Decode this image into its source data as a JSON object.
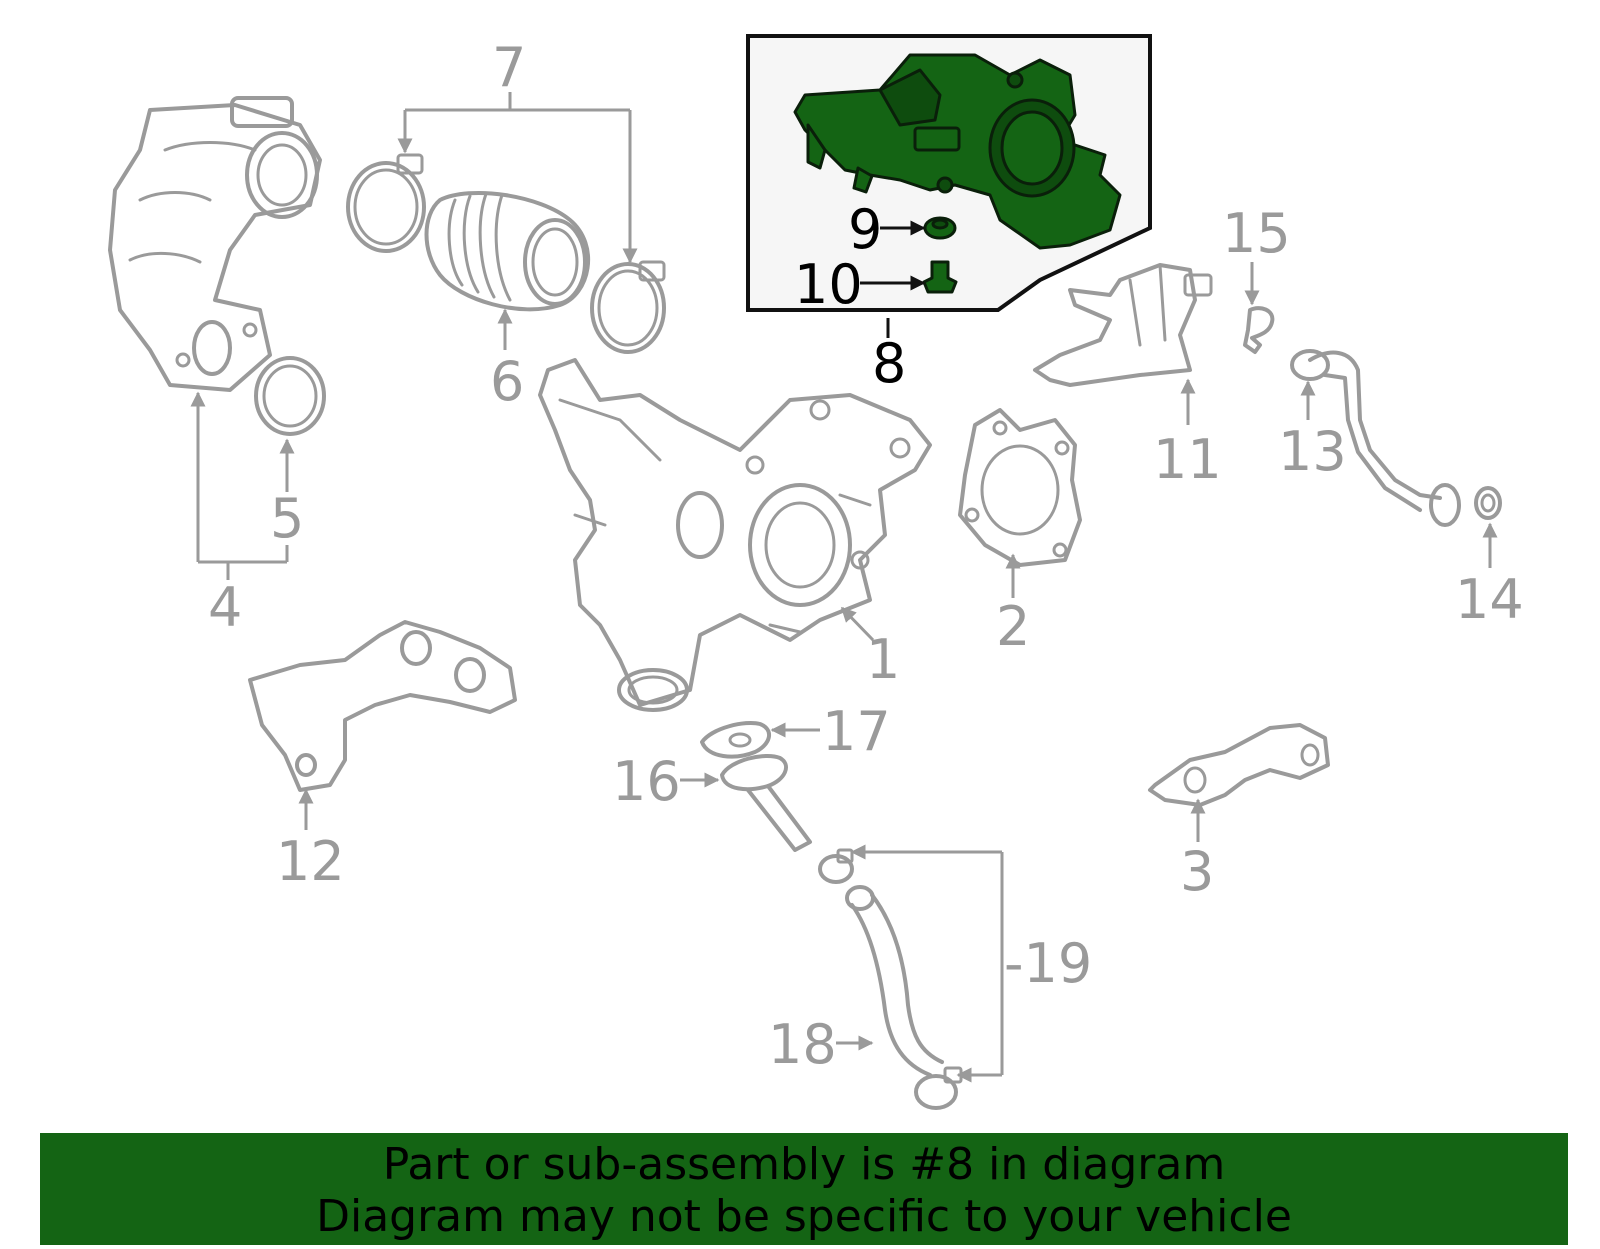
{
  "colors": {
    "highlight": "#146414",
    "part_line": "#9a9a9a",
    "banner_bg": "#146414"
  },
  "labels": {
    "p1": "1",
    "p2": "2",
    "p3": "3",
    "p4": "4",
    "p5": "5",
    "p6": "6",
    "p7": "7",
    "p8": "8",
    "p9": "9",
    "p10": "10",
    "p11": "11",
    "p12": "12",
    "p13": "13",
    "p14": "14",
    "p15": "15",
    "p16": "16",
    "p17": "17",
    "p18": "18",
    "p19": "-19"
  },
  "highlighted_part": "8",
  "banner": {
    "line1": "Part or sub-assembly is #8 in diagram",
    "line2": "Diagram may not be specific to your vehicle"
  }
}
